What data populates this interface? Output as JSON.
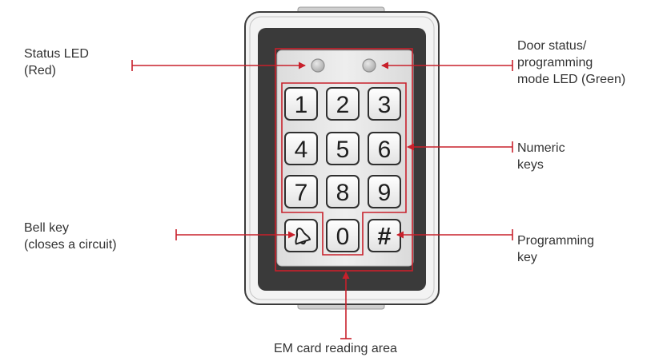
{
  "keys": [
    "1",
    "2",
    "3",
    "4",
    "5",
    "6",
    "7",
    "8",
    "9",
    "0",
    "#"
  ],
  "bell_key_icon": "bell-icon",
  "callouts": {
    "status_led": [
      "Status LED",
      "(Red)"
    ],
    "door_led": [
      "Door status/",
      "programming",
      "mode LED (Green)"
    ],
    "numeric_keys": [
      "Numeric",
      "keys"
    ],
    "bell_key": [
      "Bell key",
      "(closes a circuit)"
    ],
    "programming_key": [
      "Programming",
      "key"
    ],
    "card_area": [
      "EM card reading area"
    ]
  },
  "colors": {
    "annotation": "#c8202b",
    "bezel": "#3a3a3a",
    "body": "#f2f2f2",
    "key_face": "#f7f7f7",
    "led_off": "#bdbdbd"
  }
}
